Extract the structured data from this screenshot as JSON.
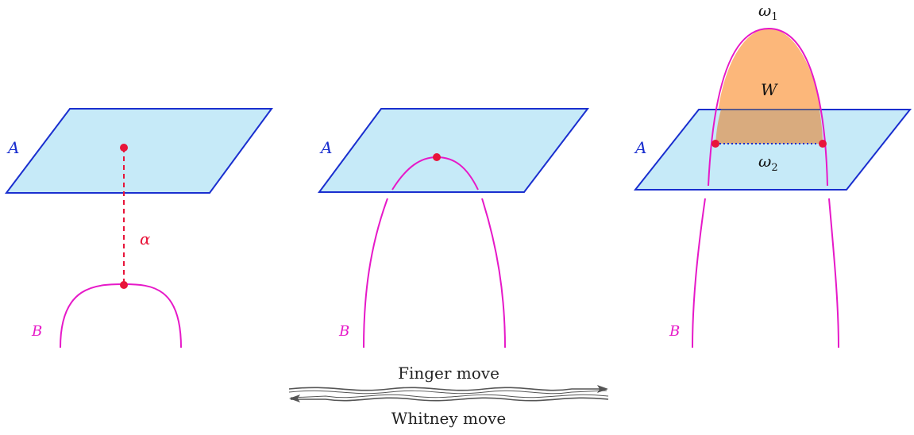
{
  "panels": [
    {
      "plane_label": "A",
      "curve_label": "B",
      "arc_label": "α"
    },
    {
      "plane_label": "A",
      "curve_label": "B"
    },
    {
      "plane_label": "A",
      "curve_label": "B",
      "disk_label": "W",
      "top_label": "ω",
      "top_sub": "1",
      "bottom_label": "ω",
      "bottom_sub": "2"
    }
  ],
  "arrows": {
    "forward_label": "Finger move",
    "backward_label": "Whitney move"
  },
  "colors": {
    "plane_fill": "#c6eaf8",
    "plane_stroke": "#1a2fcf",
    "curve": "#e619c8",
    "point": "#e8153a",
    "disk_fill": "#fcb77a",
    "disk_overlap": "#d9ab7e",
    "arrow": "#555555"
  }
}
